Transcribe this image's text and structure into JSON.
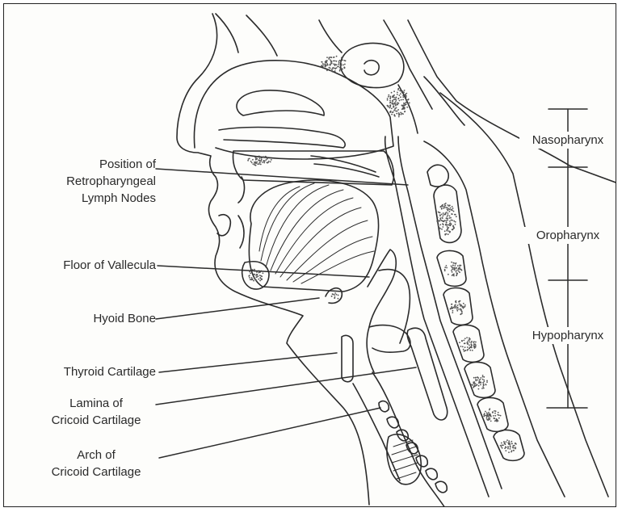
{
  "labels": {
    "retropharyngeal": [
      "Position of",
      "Retropharyngeal",
      "Lymph Nodes"
    ],
    "vallecula": "Floor of Vallecula",
    "hyoid": "Hyoid Bone",
    "thyroid": "Thyroid Cartilage",
    "lamina": [
      "Lamina of",
      "Cricoid Cartilage"
    ],
    "arch": [
      "Arch of",
      "Cricoid Cartilage"
    ]
  },
  "regions": {
    "nasopharynx": "Nasopharynx",
    "oropharynx": "Oropharynx",
    "hypopharynx": "Hypopharynx"
  }
}
